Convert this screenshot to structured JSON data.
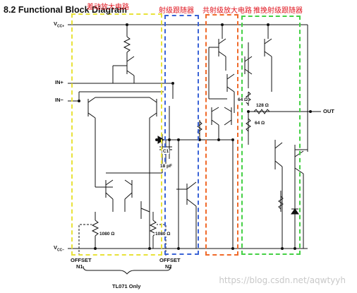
{
  "heading": "8.2 Functional Block Diagram",
  "stage_labels": {
    "differential": "差动放大电路",
    "emitter_follower": "射级跟随器",
    "common_emitter": "共射级放大电路",
    "push_pull": "推挽射级跟随器"
  },
  "pins": {
    "vcc_plus_main": "V",
    "vcc_plus_sub": "CC+",
    "vcc_minus_main": "V",
    "vcc_minus_sub": "CC−",
    "in_plus": "IN+",
    "in_minus": "IN−",
    "out": "OUT",
    "offset_n1_top": "OFFSET",
    "offset_n1_bottom": "N1",
    "offset_n2_top": "OFFSET",
    "offset_n2_bottom": "N2",
    "tl071_only": "TL071 Only"
  },
  "components": {
    "c1_label": "C1",
    "c1_value": "18 pF",
    "r_64_top": "64 Ω",
    "r_128": "128 Ω",
    "r_64_bottom": "64 Ω",
    "r_1080_left": "1080 Ω",
    "r_1080_right": "1080 Ω"
  },
  "colors": {
    "differential_box": "#e8e23a",
    "emitter_follower_box": "#3a63d6",
    "common_emitter_box": "#f06a2a",
    "push_pull_box": "#45d045",
    "stage_label": "#e0141e",
    "wire": "#111111"
  },
  "watermark": "https://blog.csdn.net/aqwtyyh"
}
